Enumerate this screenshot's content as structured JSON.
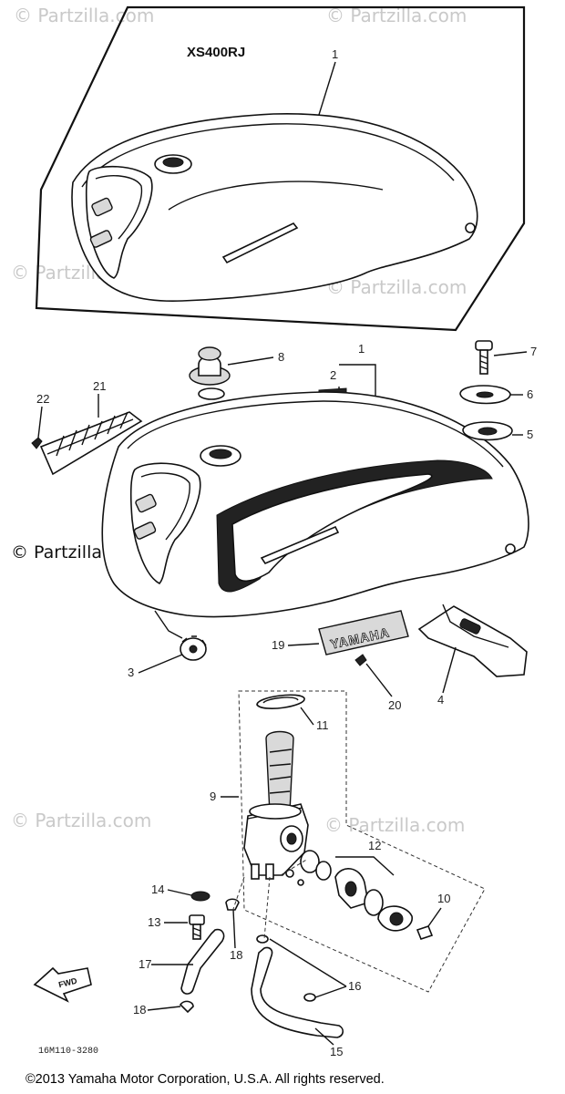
{
  "diagram": {
    "model": "XS400RJ",
    "drawing_code": "16M110-3280",
    "front_marker": "FWD",
    "copyright": "©2013  Yamaha Motor Corporation, U.S.A. All rights reserved.",
    "watermarks": {
      "small": "© Partzilla.com",
      "large": "© Partzilla.com"
    },
    "tank_emblem": "YAMAHA",
    "callouts": {
      "c1_top": "1",
      "c1": "1",
      "c2": "2",
      "c3": "3",
      "c4": "4",
      "c5": "5",
      "c6": "6",
      "c7": "7",
      "c8": "8",
      "c9": "9",
      "c10": "10",
      "c11": "11",
      "c12": "12",
      "c13": "13",
      "c14": "14",
      "c15": "15",
      "c16": "16",
      "c17": "17",
      "c18a": "18",
      "c18b": "18",
      "c19": "19",
      "c20": "20",
      "c21": "21",
      "c22": "22"
    }
  }
}
